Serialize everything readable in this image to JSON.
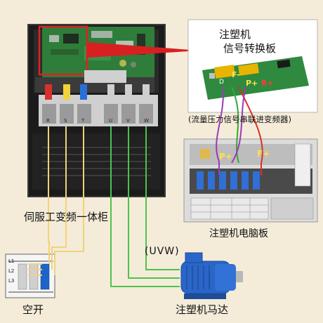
{
  "labels": {
    "cabinet": "伺服工变频一体柜",
    "board_title_1": "注塑机",
    "board_title_2": "信号转换板",
    "board_caption": "(流量压力信号串联进变频器)",
    "computer_board": "注塑机电脑板",
    "uvw": "(UVW)",
    "breaker": "空开",
    "motor": "注塑机马达"
  },
  "terminal_labels": {
    "board_f_minus": "F-",
    "board_p_plus": "P+",
    "board_r_plus": "R+",
    "board_d": "D",
    "comp_p_plus": "P+",
    "comp_f_plus": "F+",
    "breaker_l1": "L1",
    "breaker_l2": "L2",
    "breaker_l3": "L3",
    "t_r": "R",
    "t_s": "S",
    "t_t": "T",
    "t_u": "U",
    "t_v": "V",
    "t_w": "W"
  },
  "colors": {
    "background": "#f4ecd9",
    "power_wire": "#f2d27a",
    "motor_wire": "#4cc44c",
    "signal_wire_purple": "#9b3bb5",
    "signal_wire_green": "#3aa53a",
    "signal_wire_red": "#d93025",
    "pointer": "#d92020",
    "highlight_box": "#e02020"
  }
}
